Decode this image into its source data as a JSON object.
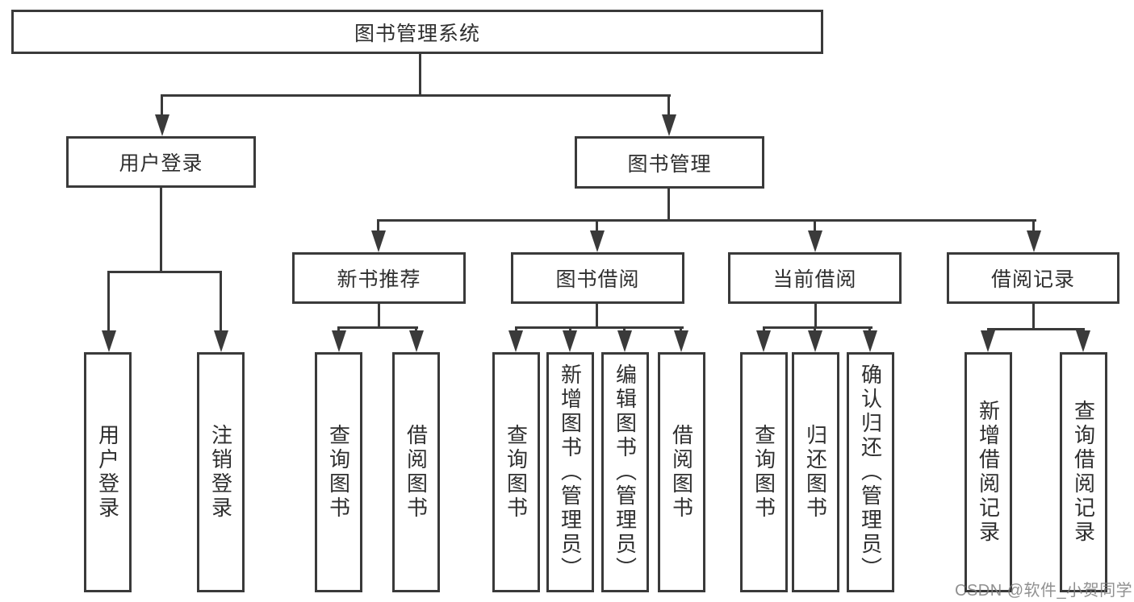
{
  "diagram": {
    "title": "图书管理系统",
    "tree": {
      "root": {
        "label": "图书管理系统"
      },
      "branches": [
        {
          "label": "用户登录",
          "children": [
            {
              "label": "用户登录"
            },
            {
              "label": "注销登录"
            }
          ]
        },
        {
          "label": "图书管理",
          "children": [
            {
              "label": "新书推荐",
              "children": [
                {
                  "label": "查询图书"
                },
                {
                  "label": "借阅图书"
                }
              ]
            },
            {
              "label": "图书借阅",
              "children": [
                {
                  "label": "查询图书"
                },
                {
                  "label": "新增图书（管理员）"
                },
                {
                  "label": "编辑图书（管理员）"
                },
                {
                  "label": "借阅图书"
                }
              ]
            },
            {
              "label": "当前借阅",
              "children": [
                {
                  "label": "查询图书"
                },
                {
                  "label": "归还图书"
                },
                {
                  "label": "确认归还（管理员）"
                }
              ]
            },
            {
              "label": "借阅记录",
              "children": [
                {
                  "label": "新增借阅记录"
                },
                {
                  "label": "查询借阅记录"
                }
              ]
            }
          ]
        }
      ]
    }
  },
  "watermark": {
    "text": "CSDN @软件_小贺同学"
  },
  "colors": {
    "line": "#3a3a3a",
    "text": "#2f2f2f",
    "background": "#ffffff",
    "watermark": "#7d7d7d"
  }
}
